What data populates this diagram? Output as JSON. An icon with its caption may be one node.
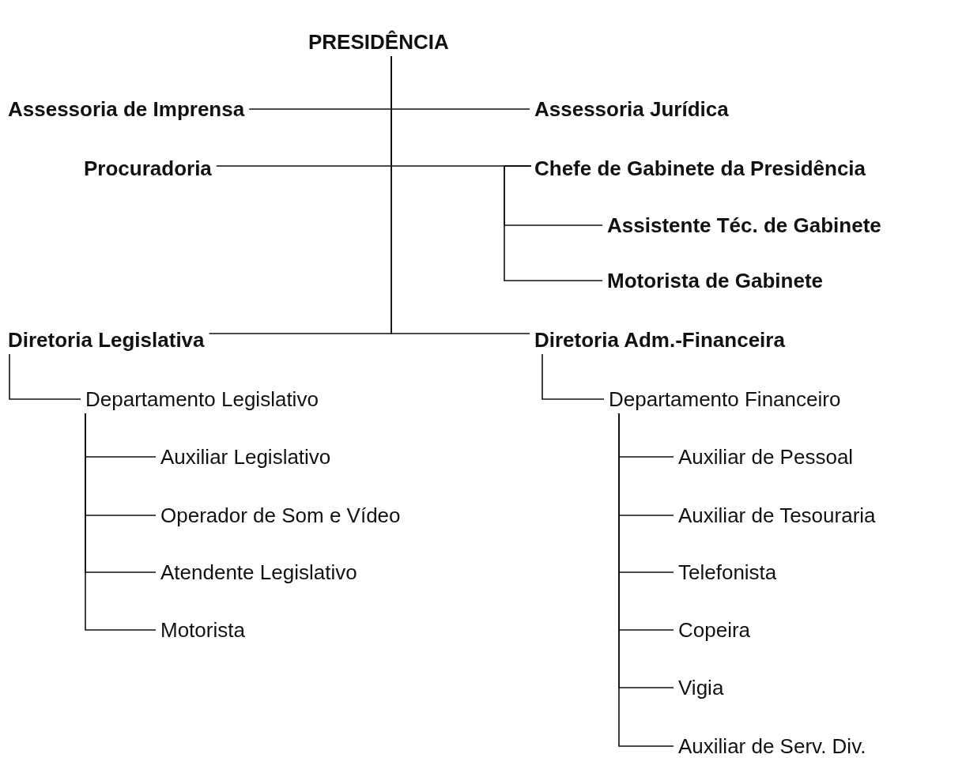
{
  "diagram": {
    "nodes": [
      {
        "text": [
          "PRESIDÊNCIA"
        ]
      },
      {
        "text": [
          "Assessoria de Imprensa"
        ]
      },
      {
        "text": [
          "Assessoria Jurídica"
        ]
      },
      {
        "text": [
          "Procuradoria"
        ]
      },
      {
        "text": [
          "Chefe de Gabinete da Presidência"
        ]
      },
      {
        "text": [
          "Assistente Téc. de Gabinete"
        ]
      },
      {
        "text": [
          "Motorista de Gabinete"
        ]
      },
      {
        "text": [
          "Diretoria Legislativa"
        ]
      },
      {
        "text": [
          "Diretoria Adm.-Financeira"
        ]
      },
      {
        "text": [
          "Departamento Legislativo"
        ]
      },
      {
        "text": [
          "Auxiliar Legislativo"
        ]
      },
      {
        "text": [
          "Operador de Som e Vídeo"
        ]
      },
      {
        "text": [
          "Atendente Legislativo"
        ]
      },
      {
        "text": [
          "Motorista"
        ]
      },
      {
        "text": [
          "Departamento Financeiro"
        ]
      },
      {
        "text": [
          "Auxiliar de Pessoal"
        ]
      },
      {
        "text": [
          "Auxiliar de Tesouraria"
        ]
      },
      {
        "text": [
          "Telefonista"
        ]
      },
      {
        "text": [
          "Copeira"
        ]
      },
      {
        "text": [
          "Vigia"
        ]
      },
      {
        "text": [
          "Auxiliar de Serv. Div."
        ]
      }
    ],
    "edges": [
      {
        "from": 0,
        "to": 1,
        "arrow": "none"
      },
      {
        "from": 0,
        "to": 2,
        "arrow": "none"
      },
      {
        "from": 0,
        "to": 3,
        "arrow": "none"
      },
      {
        "from": 0,
        "to": 4,
        "arrow": "none"
      },
      {
        "from": 4,
        "to": 5,
        "arrow": "none"
      },
      {
        "from": 4,
        "to": 6,
        "arrow": "none"
      },
      {
        "from": 0,
        "to": 7,
        "arrow": "none"
      },
      {
        "from": 0,
        "to": 8,
        "arrow": "none"
      },
      {
        "from": 7,
        "to": 9,
        "arrow": "none"
      },
      {
        "from": 9,
        "to": 10,
        "arrow": "none"
      },
      {
        "from": 9,
        "to": 11,
        "arrow": "none"
      },
      {
        "from": 9,
        "to": 12,
        "arrow": "none"
      },
      {
        "from": 9,
        "to": 13,
        "arrow": "none"
      },
      {
        "from": 8,
        "to": 14,
        "arrow": "none"
      },
      {
        "from": 14,
        "to": 15,
        "arrow": "none"
      },
      {
        "from": 14,
        "to": 16,
        "arrow": "none"
      },
      {
        "from": 14,
        "to": 17,
        "arrow": "none"
      },
      {
        "from": 14,
        "to": 18,
        "arrow": "none"
      },
      {
        "from": 14,
        "to": 19,
        "arrow": "none"
      },
      {
        "from": 14,
        "to": 20,
        "arrow": "none"
      }
    ]
  }
}
